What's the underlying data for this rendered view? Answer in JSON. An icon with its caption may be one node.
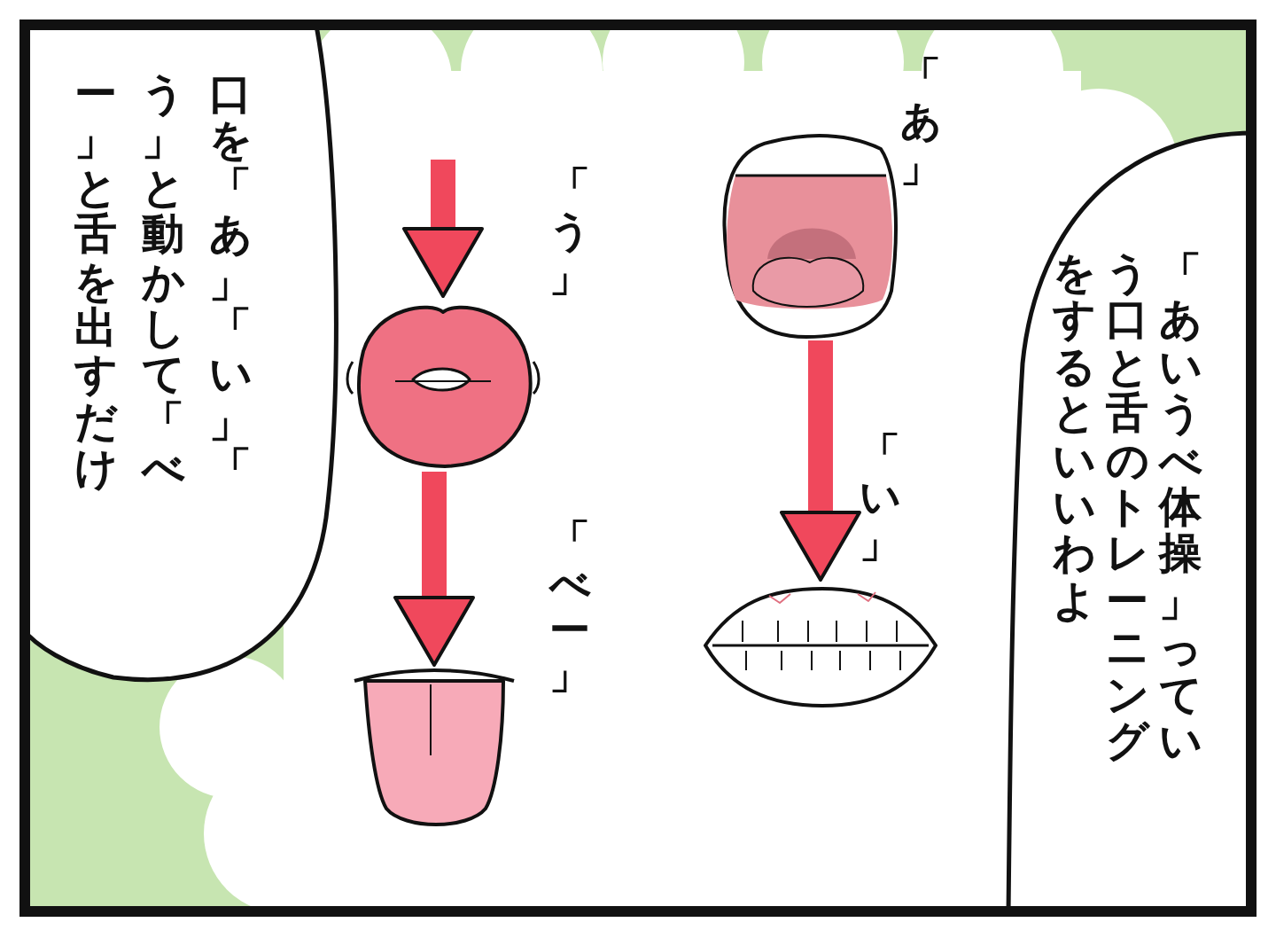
{
  "diagram": {
    "nodes": [
      {
        "text": [
          "「あいうべ体操」っていう口と舌のトレーニングをするといいわよ"
        ]
      },
      {
        "text": [
          "口を「あ」「い」「う」と動かして「べー」と舌を出すだけ"
        ]
      },
      {
        "text": [],
        "shape": "picture",
        "beside": [
          "「あ」"
        ]
      },
      {
        "text": [],
        "shape": "picture",
        "beside": [
          "「い」"
        ]
      },
      {
        "text": [],
        "shape": "picture",
        "beside": [
          "「う」"
        ]
      },
      {
        "text": [],
        "shape": "picture",
        "beside": [
          "「べー」"
        ]
      }
    ],
    "edges": [
      {
        "from": null,
        "to": 4,
        "arrow": "to"
      },
      {
        "from": 2,
        "to": 3,
        "arrow": "to"
      },
      {
        "from": 4,
        "to": 5,
        "arrow": "to"
      }
    ]
  }
}
